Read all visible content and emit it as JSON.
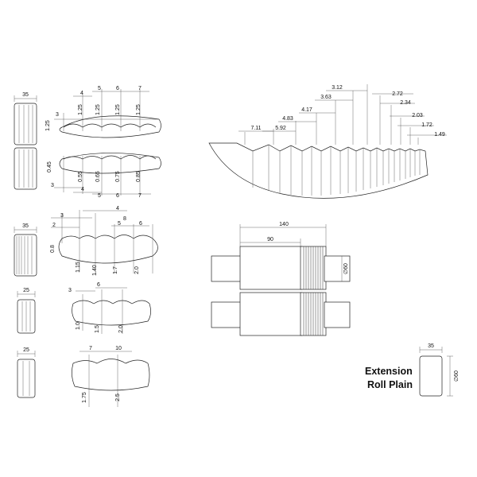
{
  "roll_36_35": {
    "width": "35",
    "top": {
      "pitch_left": "3",
      "height_left": "1.25",
      "pitches": [
        "4",
        "5",
        "6",
        "7"
      ],
      "depths": [
        "1.25",
        "1.25",
        "1.25",
        "1.25"
      ]
    },
    "bottom": {
      "pitch_left": "3",
      "height_left": "0.45",
      "pitches": [
        "4",
        "5",
        "6",
        "7"
      ],
      "depths": [
        "0.55",
        "0.65",
        "0.75",
        "0.85"
      ]
    }
  },
  "roll_35": {
    "width": "35",
    "pitches": [
      "2",
      "3",
      "4",
      "5",
      "6",
      "8"
    ],
    "depths": [
      "0.8",
      "1.15",
      "1.40",
      "1.7",
      "2.0"
    ]
  },
  "roll_25a": {
    "width": "25",
    "pitches": [
      "3",
      "6"
    ],
    "depths": [
      "1.0",
      "1.5",
      "2.0"
    ]
  },
  "roll_25b": {
    "width": "25",
    "pitches": [
      "7",
      "10"
    ],
    "depths": [
      "1.75",
      "2.5"
    ]
  },
  "fan": {
    "values": [
      "7.11",
      "5.92",
      "4.83",
      "4.17",
      "3.63",
      "3.12",
      "2.72",
      "2.34",
      "2.03",
      "1.72",
      "1.49"
    ]
  },
  "assembly": {
    "length": "140",
    "plain_length": "90",
    "diameter": "∅60"
  },
  "extension": {
    "title_line1": "Extension",
    "title_line2": "Roll Plain",
    "width": "35",
    "diameter": "∅60"
  }
}
